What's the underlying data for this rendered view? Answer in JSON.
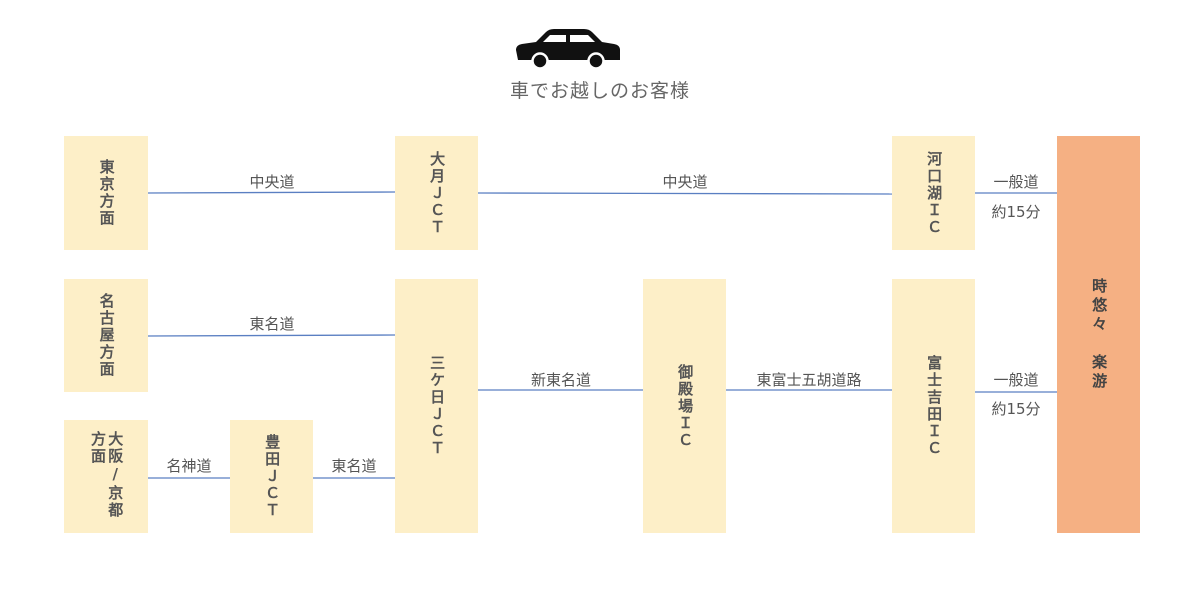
{
  "header": {
    "icon": "car-icon",
    "title": "車でお越しのお客様"
  },
  "nodes": {
    "tokyo": "東京方面",
    "nagoya": "名古屋方面",
    "osaka_kyoto": "大阪/京都方面",
    "toyota_jct": "豊田ＪＣＴ",
    "otsuki_jct": "大月ＪＣＴ",
    "sankabi_jct": "三ケ日ＪＣＴ",
    "gotemba_ic": "御殿場ＩＣ",
    "kawaguchiko_ic": "河口湖ＩＣ",
    "fujiyoshida_ic": "富士吉田ＩＣ",
    "destination": "時悠々　楽游"
  },
  "roads": {
    "tokyo_otsuki": "中央道",
    "otsuki_kawaguchiko": "中央道",
    "kawaguchiko_dest": "一般道",
    "kawaguchiko_dest_time": "約15分",
    "nagoya_sankabi": "東名道",
    "osaka_toyota": "名神道",
    "toyota_sankabi": "東名道",
    "sankabi_gotemba": "新東名道",
    "gotemba_fujiyoshida": "東富士五胡道路",
    "fujiyoshida_dest": "一般道",
    "fujiyoshida_dest_time": "約15分"
  },
  "colors": {
    "box": "#fdefc8",
    "destination": "#f5b083",
    "line": "#5a7fc2"
  }
}
